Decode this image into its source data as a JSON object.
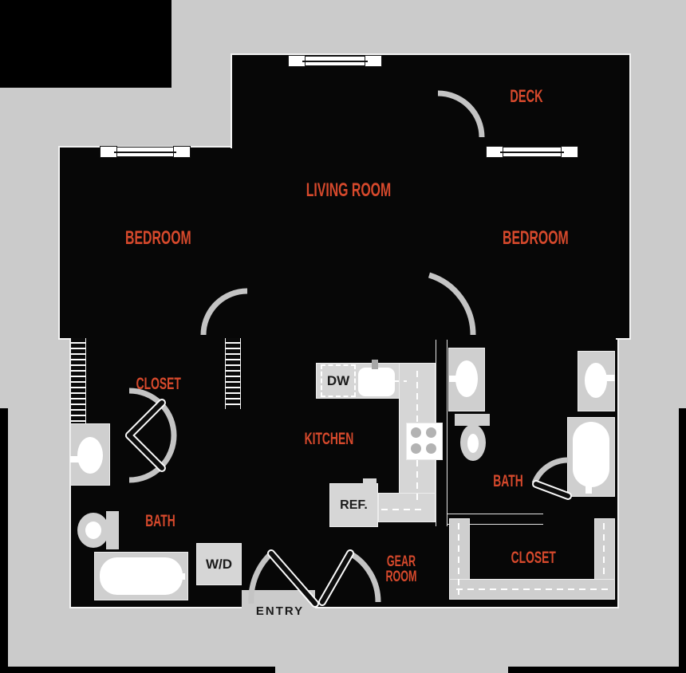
{
  "palette": {
    "background": "#000000",
    "mat": "#cbcbcb",
    "floor": "#070707",
    "fixture": "#cfcfcf",
    "accent": "#d6492c",
    "dark_text": "#1b1b1b",
    "white": "#ffffff"
  },
  "rooms": {
    "deck": {
      "label": "DECK"
    },
    "living_room": {
      "label": "LIVING ROOM"
    },
    "bedroom_left": {
      "label": "BEDROOM"
    },
    "bedroom_right": {
      "label": "BEDROOM"
    },
    "closet_left": {
      "label": "CLOSET"
    },
    "closet_right": {
      "label": "CLOSET"
    },
    "kitchen": {
      "label": "KITCHEN"
    },
    "bath_left": {
      "label": "BATH"
    },
    "bath_right": {
      "label": "BATH"
    },
    "gear_room": {
      "line1": "GEAR",
      "line2": "ROOM"
    },
    "entry": {
      "label": "ENTRY"
    }
  },
  "appliances": {
    "dishwasher": "DW",
    "refrigerator": "REF.",
    "washer_dryer": "W/D"
  }
}
